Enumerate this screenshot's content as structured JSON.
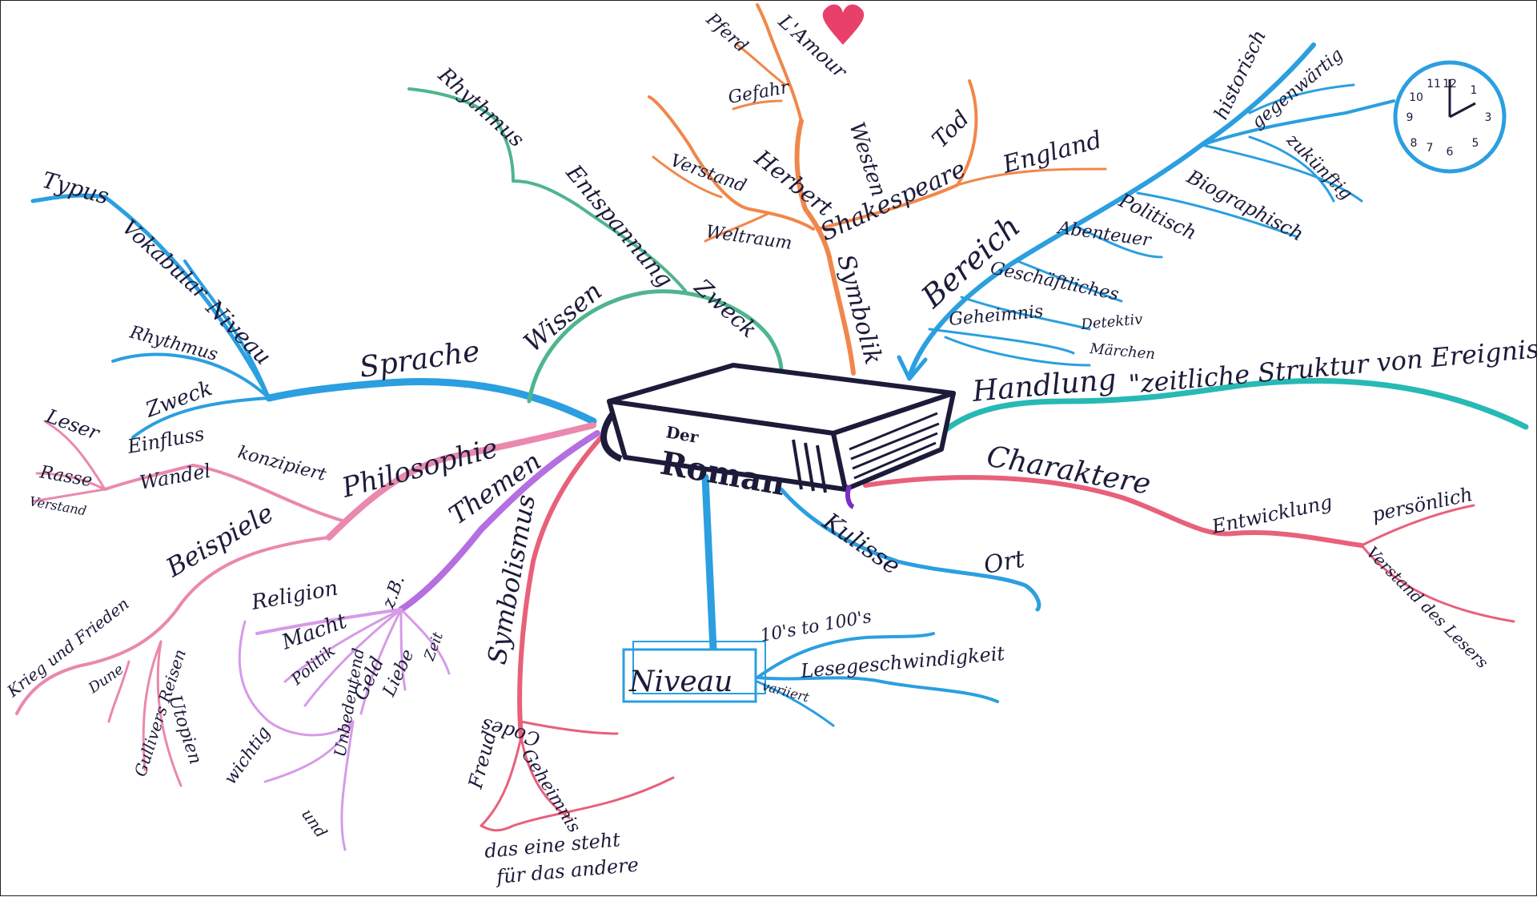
{
  "book": {
    "small": "Der",
    "big": "Roman"
  },
  "colors": {
    "blue": "#2b9fe0",
    "green": "#4fb58e",
    "orange": "#f0874a",
    "pink": "#ea88ad",
    "red": "#e8607a",
    "purple": "#b46fe0",
    "lilac": "#d79ae8",
    "teal": "#27b9b4",
    "ink": "#1c1b3a",
    "heart": "#e8406a"
  },
  "labels": {
    "sprache": "Sprache",
    "typus": "Typus",
    "vokabular": "Vokabular",
    "niveau_sp": "Niveau",
    "rhythmus_sp": "Rhythmus",
    "zweck_sp": "Zweck",
    "philosophie": "Philosophie",
    "konzipiert": "konzipiert",
    "einfluss": "Einfluss",
    "wandel": "Wandel",
    "leser": "Leser",
    "rasse": "Rasse",
    "verstand_ph": "Verstand",
    "beispiele": "Beispiele",
    "krieg": "Krieg und Frieden",
    "dune": "Dune",
    "gullivers": "Gullivers Reisen",
    "utopien": "Utopien",
    "themen": "Themen",
    "zb": "z.B.",
    "religion": "Religion",
    "macht": "Macht",
    "politik": "Politik",
    "geld": "Geld",
    "liebe": "Liebe",
    "zeit": "Zeit",
    "wichtig": "wichtig",
    "und": "und",
    "unbedeutend": "Unbedeutend",
    "symbolismus": "Symbolismus",
    "codes": "Codes",
    "freud": "Freud",
    "geheimnis_sy": "Geheimnis",
    "steht1": "das eine steht",
    "steht2": "für das andere",
    "wissen": "Wissen",
    "entspannung": "Entspannung",
    "rhythmus_wi": "Rhythmus",
    "zweck_wi": "Zweck",
    "symbolik": "Symbolik",
    "westen": "Westen",
    "lamour": "L'Amour",
    "pferd": "Pferd",
    "gefahr": "Gefahr",
    "herbert": "Herbert",
    "verstand_sy": "Verstand",
    "weltraum": "Weltraum",
    "shakespeare": "Shakespeare",
    "tod": "Tod",
    "england": "England",
    "bereich": "Bereich",
    "historisch": "historisch",
    "gegenwaertig": "gegenwärtig",
    "zukuenftig": "zukünftig",
    "biographisch": "Biographisch",
    "politisch": "Politisch",
    "abenteuer": "Abenteuer",
    "geschaeftliches": "Geschäftliches",
    "geheimnis_be": "Geheimnis",
    "detektiv": "Detektiv",
    "maerchen": "Märchen",
    "handlung": "Handlung",
    "zeitliche": "\"zeitliche Struktur von Ereignissen\"",
    "charaktere": "Charaktere",
    "entwicklung": "Entwicklung",
    "persoenlich": "persönlich",
    "verstand_le": "Verstand des Lesers",
    "kulisse": "Kulisse",
    "ort": "Ort",
    "niveau": "Niveau",
    "toos": "10's to 100's",
    "lese": "Lesegeschwindigkeit",
    "variiert": "variiert"
  },
  "clock": {
    "numerals": [
      "12",
      "1",
      "3",
      "5",
      "6",
      "7",
      "8",
      "9",
      "10",
      "11"
    ]
  }
}
